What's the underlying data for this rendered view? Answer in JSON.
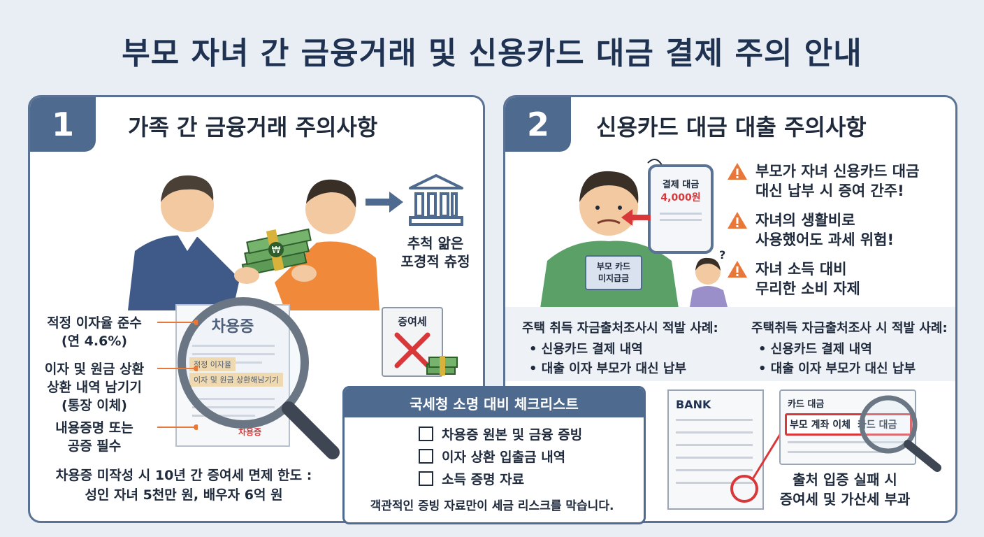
{
  "title": "부모 자녀 간 금융거래 및 신용카드 대금 결제 주의 안내",
  "colors": {
    "primary": "#4f6a8f",
    "title": "#1f3252",
    "accent_red": "#d9383a",
    "warning_orange": "#e8773a"
  },
  "panel1": {
    "number": "1",
    "title": "가족 간 금융거래 주의사항",
    "bank_label_1": "추척 앎은",
    "bank_label_2": "포경적 츄정",
    "doc_title": "차용증",
    "doc_highlight_1": "적정 이자율",
    "doc_highlight_2": "이자 및 원금 상환해남기기",
    "doc_stamp": "차용증",
    "gift_tax_doc": "증여세",
    "money_symbol": "₩",
    "callouts": [
      {
        "line1": "적정 이자율 준수",
        "line2": "(연 4.6%)"
      },
      {
        "line1": "이자 및 원금 상환",
        "line2": "상환 내역 남기기",
        "line3": "(통장 이체)"
      },
      {
        "line1": "내용증명 또는",
        "line2": "공증 필수"
      }
    ],
    "footer_1": "차용증 미작성 시 10년 간 증여세 면제 한도 :",
    "footer_2": "성인 자녀 5천만 원, 배우자 6억 원"
  },
  "panel2": {
    "number": "2",
    "title": "신용카드 대금 대출 주의사항",
    "phone_label": "결제 대금",
    "phone_amount": "4,000원",
    "card_text_1": "부모 카드",
    "card_text_2": "미지급금",
    "question_mark": "?",
    "warnings": [
      {
        "line1": "부모가 자녀 신용카드 대금",
        "line2": "대신 납부 시 증여 간주!"
      },
      {
        "line1": "자녀의 생활비로",
        "line2": "사용했어도 과세 위험!"
      },
      {
        "line1": "자녀 소득 대비",
        "line2": "무리한 소비 자제"
      }
    ],
    "cases_left": {
      "title": "주택 취득 자금출처조사시 적발 사례:",
      "items": [
        "신용카드 결제 내역",
        "대출 이자 부모가 대신 납부"
      ]
    },
    "cases_right": {
      "title": "주택취득 자금출처조사 시 적발 사례:",
      "items": [
        "신용카드 결제 내역",
        "대출 이자 부모가 대신 납부"
      ]
    },
    "bank_doc_label": "BANK",
    "card_statement_title": "카드 대금",
    "card_statement_row_1": "부모 계좌 이체",
    "card_statement_row_2": "카드 대금",
    "footer_1": "출처 입증 실패 시",
    "footer_2": "증여세 및 가산세 부과"
  },
  "checklist": {
    "title": "국세청 소명 대비 체크리스트",
    "items": [
      "차용증 원본 및 금융 증빙",
      "이자 상환 입출금 내역",
      "소득 증명 자료"
    ],
    "note": "객관적인 증빙 자료만이 세금 리스크를 막습니다."
  }
}
